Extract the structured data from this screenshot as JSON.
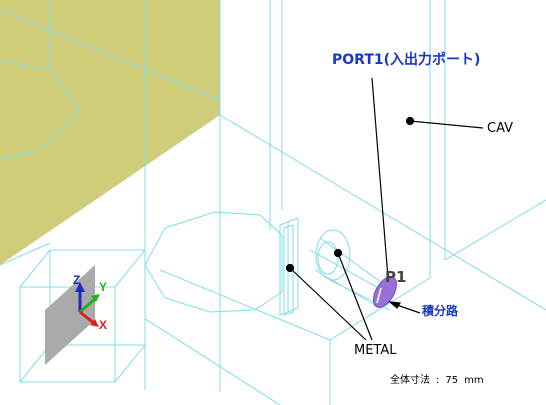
{
  "labels": {
    "port": "PORT1(入出力ポート)",
    "cav": "CAV",
    "metal": "METAL",
    "integration_path": "積分路",
    "port_marker": "P1"
  },
  "dimension": {
    "label": "全体寸法",
    "separator": ":",
    "value": "75",
    "unit": "mm"
  },
  "axes": {
    "x": "X",
    "y": "Y",
    "z": "Z"
  },
  "colors": {
    "wire": "#7fdce8",
    "metal_face": "#cfcd7a",
    "label_blue": "#1a38c8",
    "port_fill": "#9a6fd8",
    "axis_x": "#d82020",
    "axis_y": "#20b020",
    "axis_z": "#1a2cc0"
  }
}
